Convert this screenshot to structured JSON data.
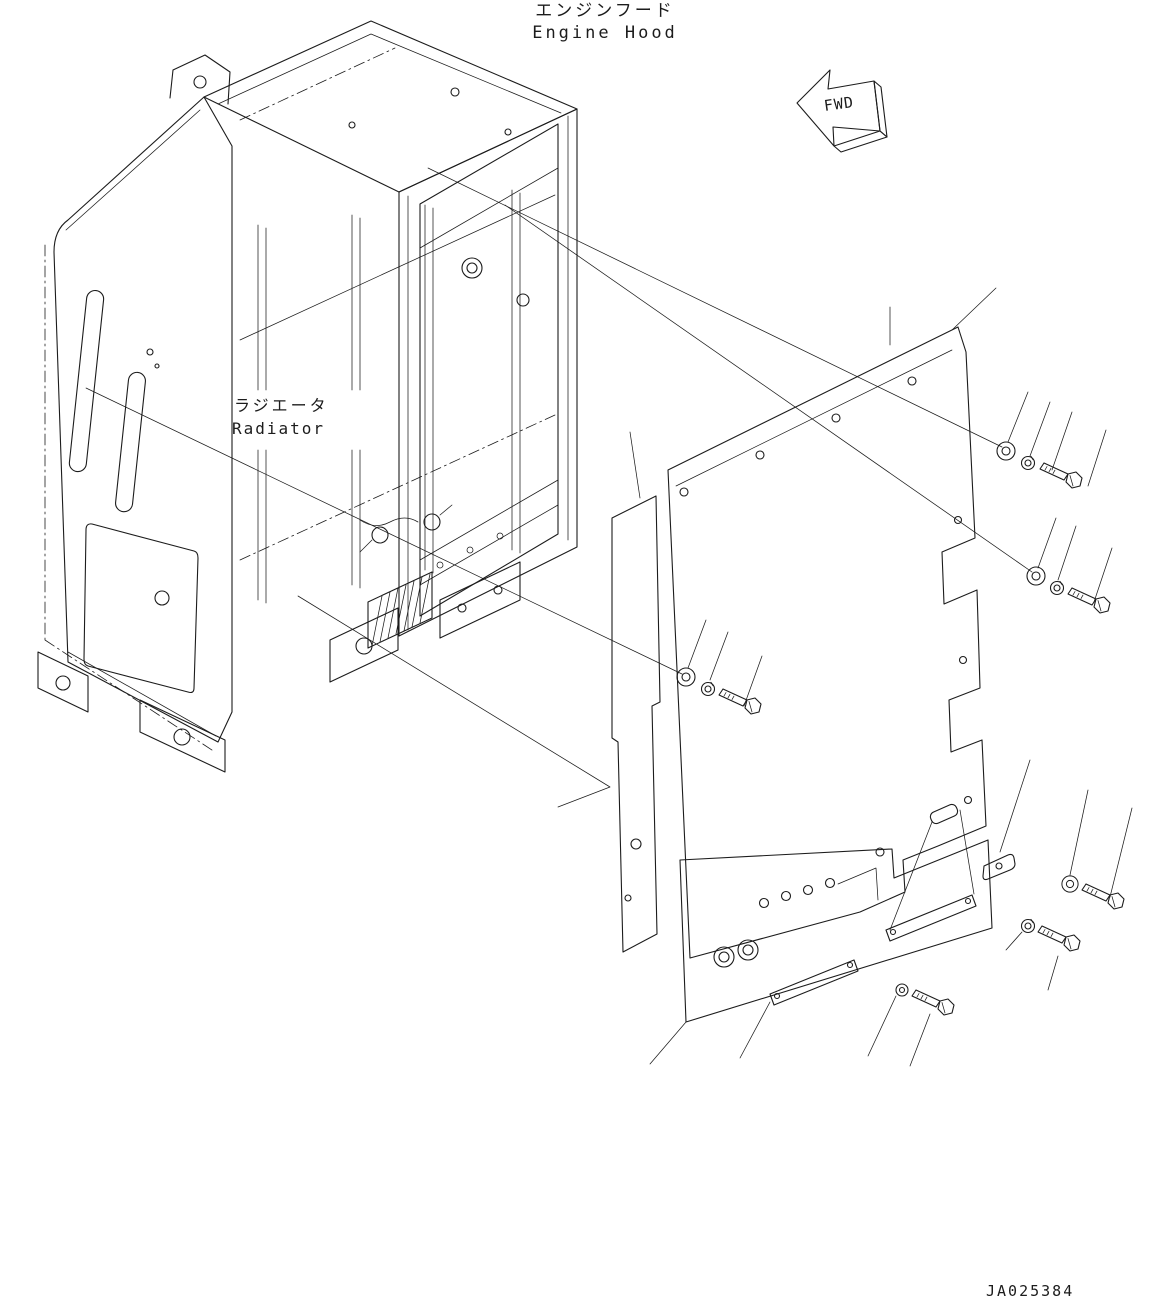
{
  "page": {
    "background": "#ffffff",
    "line_color": "#1c1c1c"
  },
  "header": {
    "title_japanese": "エンジンフード",
    "title_english": "Engine Hood"
  },
  "direction_indicator": {
    "label": "FWD",
    "icon": "fwd-direction-arrow"
  },
  "assembly_labels": {
    "radiator_japanese": "ラジエータ",
    "radiator_english": "Radiator"
  },
  "footer": {
    "drawing_number": "JA025384"
  }
}
